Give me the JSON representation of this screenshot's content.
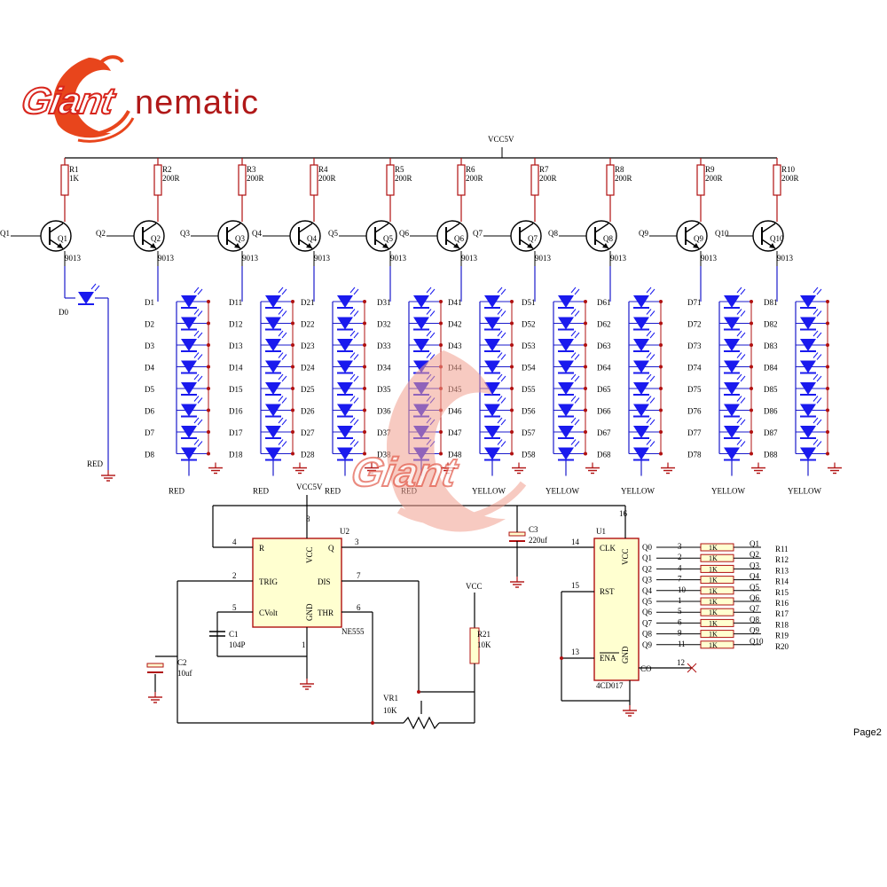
{
  "logo": {
    "brand": "Giant",
    "suffix": "nematic"
  },
  "page_label": "Page2",
  "watermark": {
    "brand": "Giant"
  },
  "supply": {
    "top": "VCC5V",
    "mid": "VCC5V",
    "vcc": "VCC"
  },
  "stages": [
    {
      "r": "R1",
      "rv": "1K",
      "q": "Q1",
      "qin": "Q1",
      "diodes": [
        "D0"
      ],
      "color": "RED"
    },
    {
      "r": "R2",
      "rv": "200R",
      "q": "Q2",
      "qin": "Q2",
      "diodes": [
        "D1",
        "D2",
        "D3",
        "D4",
        "D5",
        "D6",
        "D7",
        "D8"
      ],
      "color": "RED"
    },
    {
      "r": "R3",
      "rv": "200R",
      "q": "Q3",
      "qin": "Q3",
      "diodes": [
        "D11",
        "D12",
        "D13",
        "D14",
        "D15",
        "D16",
        "D17",
        "D18"
      ],
      "color": "RED"
    },
    {
      "r": "R4",
      "rv": "200R",
      "q": "Q4",
      "qin": "Q4",
      "diodes": [
        "D21",
        "D22",
        "D23",
        "D24",
        "D25",
        "D26",
        "D27",
        "D28"
      ],
      "color": "RED"
    },
    {
      "r": "R5",
      "rv": "200R",
      "q": "Q5",
      "qin": "Q5",
      "diodes": [
        "D31",
        "D32",
        "D33",
        "D34",
        "D35",
        "D36",
        "D37",
        "D38"
      ],
      "color": "RED"
    },
    {
      "r": "R6",
      "rv": "200R",
      "q": "Q6",
      "qin": "Q6",
      "diodes": [
        "D41",
        "D42",
        "D43",
        "D44",
        "D45",
        "D46",
        "D47",
        "D48"
      ],
      "color": "YELLOW"
    },
    {
      "r": "R7",
      "rv": "200R",
      "q": "Q7",
      "qin": "Q7",
      "diodes": [
        "D51",
        "D52",
        "D53",
        "D54",
        "D55",
        "D56",
        "D57",
        "D58"
      ],
      "color": "YELLOW"
    },
    {
      "r": "R8",
      "rv": "200R",
      "q": "Q8",
      "qin": "Q8",
      "diodes": [
        "D61",
        "D62",
        "D63",
        "D64",
        "D65",
        "D66",
        "D67",
        "D68"
      ],
      "color": "YELLOW"
    },
    {
      "r": "R9",
      "rv": "200R",
      "q": "Q9",
      "qin": "Q9",
      "diodes": [
        "D71",
        "D72",
        "D73",
        "D74",
        "D75",
        "D76",
        "D77",
        "D78"
      ],
      "color": "YELLOW"
    },
    {
      "r": "R10",
      "rv": "200R",
      "q": "Q10",
      "qin": "Q10",
      "diodes": [
        "D81",
        "D82",
        "D83",
        "D84",
        "D85",
        "D86",
        "D87",
        "D88"
      ],
      "color": "YELLOW"
    }
  ],
  "transistor_model": "9013",
  "ne555": {
    "ref": "U2",
    "part": "NE555",
    "pins": {
      "r": "R",
      "vcc": "VCC",
      "q": "Q",
      "trig": "TRIG",
      "dis": "DIS",
      "cvolt": "CVolt",
      "gnd": "GND",
      "thr": "THR"
    },
    "pin_numbers": {
      "r": "4",
      "vcc": "8",
      "q": "3",
      "trig": "2",
      "dis": "7",
      "cvolt": "5",
      "gnd": "1",
      "thr": "6"
    }
  },
  "c1": {
    "ref": "C1",
    "value": "104P"
  },
  "c2": {
    "ref": "C2",
    "value": "10uf"
  },
  "c3": {
    "ref": "C3",
    "value": "220uf"
  },
  "r21": {
    "ref": "R21",
    "value": "10K"
  },
  "vr1": {
    "ref": "VR1",
    "value": "10K"
  },
  "cd4017": {
    "ref": "U1",
    "part": "4CD017",
    "pins": {
      "clk": "CLK",
      "rst": "RST",
      "ena": "ENA",
      "vcc": "VCC",
      "gnd": "GND",
      "co": "CO"
    },
    "pin_numbers": {
      "clk": "14",
      "rst": "15",
      "ena": "13",
      "vcc": "16",
      "co": "12"
    },
    "outputs": [
      {
        "q": "Q0",
        "pin": "3",
        "r": "R11",
        "net": "Q1"
      },
      {
        "q": "Q1",
        "pin": "2",
        "r": "R12",
        "net": "Q2"
      },
      {
        "q": "Q2",
        "pin": "4",
        "r": "R13",
        "net": "Q3"
      },
      {
        "q": "Q3",
        "pin": "7",
        "r": "R14",
        "net": "Q4"
      },
      {
        "q": "Q4",
        "pin": "10",
        "r": "R15",
        "net": "Q5"
      },
      {
        "q": "Q5",
        "pin": "1",
        "r": "R16",
        "net": "Q6"
      },
      {
        "q": "Q6",
        "pin": "5",
        "r": "R17",
        "net": "Q7"
      },
      {
        "q": "Q7",
        "pin": "6",
        "r": "R18",
        "net": "Q8"
      },
      {
        "q": "Q8",
        "pin": "9",
        "r": "R19",
        "net": "Q9"
      },
      {
        "q": "Q9",
        "pin": "11",
        "r": "R20",
        "net": "Q10"
      }
    ],
    "resistor_value": "1K"
  },
  "colors": {
    "wire": "#1a1acc",
    "node": "#b01010",
    "led": "#1a1aee",
    "text": "#000000",
    "brand": "#d8251c"
  }
}
